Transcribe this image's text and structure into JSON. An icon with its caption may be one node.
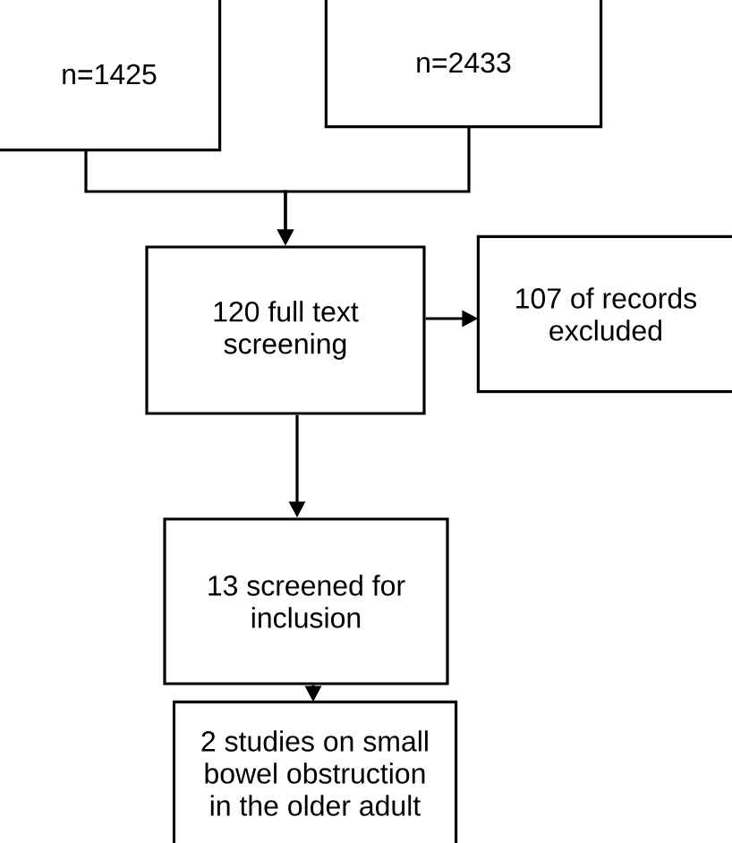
{
  "diagram": {
    "nodes": [
      {
        "text": [
          "n=1425"
        ]
      },
      {
        "text": [
          "n=2433"
        ]
      },
      {
        "text": [
          "120 full text screening"
        ]
      },
      {
        "text": [
          "107 of records excluded"
        ]
      },
      {
        "text": [
          "13 screened for inclusion"
        ]
      },
      {
        "text": [
          "2 studies on small bowel obstruction in the older adult"
        ]
      }
    ],
    "edges": [
      {
        "from": 0,
        "to": 2,
        "arrow": "to"
      },
      {
        "from": 1,
        "to": 2,
        "arrow": "to"
      },
      {
        "from": 2,
        "to": 3,
        "arrow": "to"
      },
      {
        "from": 2,
        "to": 4,
        "arrow": "to"
      },
      {
        "from": 4,
        "to": 5,
        "arrow": "to"
      }
    ]
  }
}
